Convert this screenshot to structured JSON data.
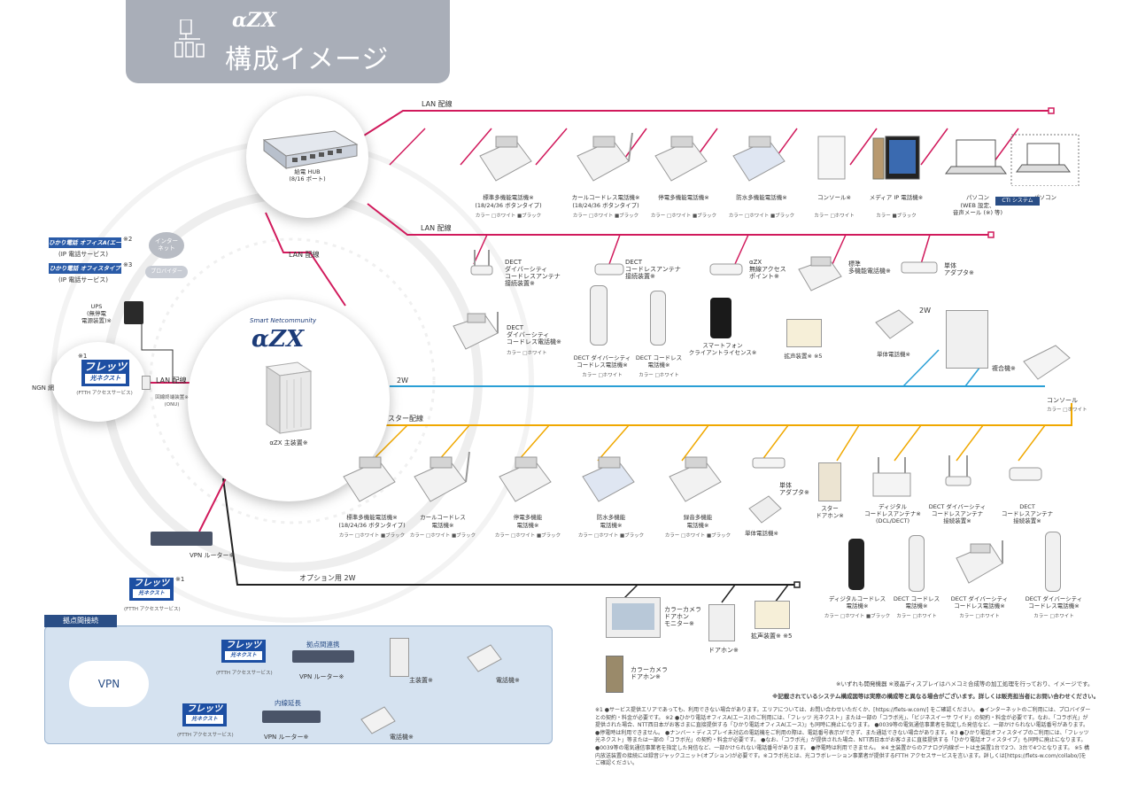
{
  "header": {
    "brand": "αZX",
    "title": "構成イメージ"
  },
  "lines": {
    "lan1": "LAN 配線",
    "lan2": "LAN 配線",
    "lan3": "LAN 配線",
    "lan4": "LAN 配線",
    "w2": "2W",
    "w2b": "2W",
    "star": "スター配線",
    "option": "オプション用 2W"
  },
  "hub": {
    "name": "給電 HUB",
    "ports": "(8/16 ポート)"
  },
  "main": {
    "series": "Smart Netcommunity",
    "brand": "αZX",
    "label": "αZX 主装置※"
  },
  "left": {
    "hikari_office_a": "ひかり電話 オフィスA(エース)",
    "hikari_office_a_note": "※2",
    "ip1": "(IP 電話サービス)",
    "hikari_office_type": "ひかり電話 オフィスタイプ",
    "hikari_office_type_note": "※3",
    "ip2": "(IP 電話サービス)",
    "internet": "インター\nネット",
    "provider": "プロバイダー",
    "ups": "UPS\n(無停電\n電源装置)※",
    "ngn": "NGN 網",
    "flets_note": "※1",
    "flets": "フレッツ",
    "flets_sub": "光ネクスト",
    "fth": "(FTTH アクセスサービス)",
    "onu": "回線終端装置※\n(ONU)"
  },
  "row1": [
    {
      "name": "標準多機能電話機※",
      "sub": "(18/24/36 ボタンタイプ)",
      "color": "カラー □ホワイト ■ブラック"
    },
    {
      "name": "カールコードレス電話機※",
      "sub": "(18/24/36 ボタンタイプ)",
      "color": "カラー □ホワイト ■ブラック"
    },
    {
      "name": "停電多機能電話機※",
      "sub": "",
      "color": "カラー □ホワイト ■ブラック"
    },
    {
      "name": "防水多機能電話機※",
      "sub": "",
      "color": "カラー □ホワイト ■ブラック"
    },
    {
      "name": "コンソール※",
      "sub": "",
      "color": "カラー □ホワイト"
    },
    {
      "name": "メディア IP 電話機※",
      "sub": "",
      "color": "カラー ■ブラック"
    },
    {
      "name": "パソコン",
      "sub": "(WEB 設定、\n音声メール (※) 等)",
      "color": ""
    },
    {
      "name": "パソコン",
      "sub": "",
      "color": ""
    }
  ],
  "cti": "CTI システム",
  "row2": {
    "dect_ant1": "DECT\nダイバーシティ\nコードレスアンテナ\n接続装置※",
    "dect_ant2": "DECT\nコードレスアンテナ\n接続装置※",
    "ap": "αZX\n無線アクセス\nポイント※",
    "std_phone": "標準\n多機能電話機※",
    "adapter": "単体\nアダプタ※",
    "dect_div_phone": "DECT\nダイバーシティ\nコードレス電話機※",
    "dect_div_phone_color": "カラー □ホワイト",
    "dect_div_cordless": "DECT ダイバーシティ\nコードレス電話機※",
    "dect_div_cordless_color": "カラー □ホワイト",
    "dect_cordless": "DECT コードレス\n電話機※",
    "dect_cordless_color": "カラー □ホワイト",
    "smartphone": "スマートフォン\nクライアントライセンス※",
    "speaker": "拡声装置※ ※5",
    "single_phone": "単体電話機※",
    "mfp": "複合機※",
    "console": "コンソール",
    "console_color": "カラー □ホワイト"
  },
  "row3": [
    {
      "name": "標準多機能電話機※",
      "sub": "(18/24/36 ボタンタイプ)",
      "color": "カラー □ホワイト ■ブラック"
    },
    {
      "name": "カールコードレス",
      "sub": "電話機※",
      "color": "カラー □ホワイト ■ブラック"
    },
    {
      "name": "停電多機能",
      "sub": "電話機※",
      "color": "カラー □ホワイト ■ブラック"
    },
    {
      "name": "防水多機能",
      "sub": "電話機※",
      "color": "カラー □ホワイト ■ブラック"
    },
    {
      "name": "録音多機能",
      "sub": "電話機※",
      "color": "カラー □ホワイト ■ブラック"
    }
  ],
  "row3b": {
    "adapter": "単体\nアダプタ※",
    "single_phone": "単体電話機※",
    "star_door": "スター\nドアホン※",
    "digital_ant": "ディジタル\nコードレスアンテナ※\n(DCL/DECT)",
    "dect_div_ant": "DECT ダイバーシティ\nコードレスアンテナ\n接続装置※",
    "dect_ant": "DECT\nコードレスアンテナ\n接続装置※"
  },
  "row4": {
    "digital_cordless": "ディジタルコードレス\n電話機※",
    "digital_cordless_color": "カラー □ホワイト ■ブラック",
    "dect_cordless": "DECT コードレス\n電話機※",
    "dect_cordless_color": "カラー □ホワイト",
    "dect_div": "DECT ダイバーシティ\nコードレス電話機※",
    "dect_div_color": "カラー □ホワイト",
    "dect_div2": "DECT ダイバーシティ\nコードレス電話機※",
    "dect_div2_color": "カラー □ホワイト"
  },
  "option": {
    "color_cam_monitor": "カラーカメラ\nドアホン\nモニター※",
    "doorphone": "ドアホン※",
    "speaker": "拡声装置※ ※5",
    "color_cam_door": "カラーカメラ\nドアホン※"
  },
  "vpn": {
    "router": "VPN ルーター※",
    "flets_note": "※1",
    "fth": "(FTTH アクセスサービス)",
    "section": "拠点間接続",
    "cloud": "VPN",
    "link1": "拠点間連携",
    "link2": "内線延長",
    "router2": "VPN ルーター※",
    "router3": "VPN ルーター※",
    "main2": "主装置※",
    "phone2": "電話機※",
    "phone3": "電話機※",
    "fth2": "(FTTH アクセスサービス)",
    "fth3": "(FTTH アクセスサービス)"
  },
  "notes": {
    "n1": "※いずれも開発機器 ※液晶ディスプレイはハメコミ合成等の加工処理を行っており、イメージです。",
    "n2": "※記載されているシステム構成図等は実際の構成等と異なる場合がございます。詳しくは販売担当者にお問い合わせください。",
    "foot": "※1 ●サービス提供エリアであっても、利用できない場合があります。エリアについては、お問い合わせいただくか、[https://flets-w.com/] をご確認ください。 ●インターネットのご利用には、プロバイダーとの契約・料金が必要です。 ※2 ●ひかり電話オフィスA(エース)のご利用には、「フレッツ 光ネクスト」または一部の「コラボ光」、「ビジネスイーサ ワイド」の契約・料金が必要です。なお、「コラボ光」が提供された場合、NTT西日本がお客さまに直接提供する「ひかり電話オフィスA(エース)」も同時に廃止になります。 ●0039等の電気通信事業者を指定した発信など、一部かけられない電話番号があります。 ●停電時は利用できません。 ●ナンバー・ディスプレイ未対応の電話機をご利用の際は、電話番号表示ができず、また通話できない場合があります。※3 ●ひかり電話オフィスタイプのご利用には、「フレッツ 光ネクスト」等または一部の「コラボ光」の契約・料金が必要です。 ●なお、「コラボ光」が提供された場合、NTT西日本がお客さまに直接提供する「ひかり電話オフィスタイプ」も同時に廃止になります。 ●0039等の電気通信事業者を指定した発信など、一部かけられない電話番号があります。 ●停電時は利用できません。 ※4 主装置からのアナログ内線ポートは主装置1台で2つ、3台で4つとなります。 ※5 構内放送装置の接続には録音ジャックユニット(オプション)が必要です。※コラボ光とは、光コラボレーション事業者が提供するFTTH アクセスサービスを言います。詳しくは[https://flets-w.com/collabo/]をご確認ください。"
  },
  "colors": {
    "lan": "#d11a5c",
    "w2": "#2a9fd6",
    "star": "#f0a800",
    "option": "#222222",
    "header": "#a9aeb8"
  }
}
